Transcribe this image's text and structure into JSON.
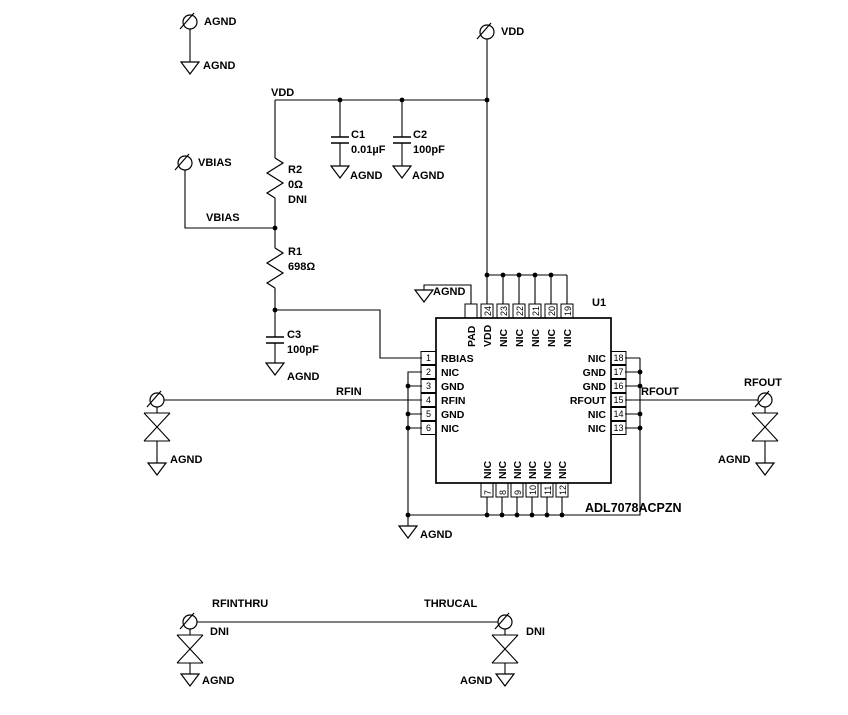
{
  "ports": {
    "agnd_top": {
      "label": "AGND",
      "ground_label": "AGND"
    },
    "vdd": {
      "label": "VDD"
    },
    "vbias": {
      "label": "VBIAS"
    },
    "rfin": {
      "ground_label": "AGND"
    },
    "rfout": {
      "label": "RFOUT",
      "ground_label": "AGND"
    },
    "rfinthru": {
      "label": "RFINTHRU",
      "dni": "DNI",
      "ground_label": "AGND"
    },
    "thrucal": {
      "label": "THRUCAL",
      "dni": "DNI",
      "ground_label": "AGND"
    }
  },
  "nets": {
    "vdd_rail": "VDD",
    "vbias": "VBIAS",
    "rfin": "RFIN",
    "rfout": "RFOUT"
  },
  "components": {
    "r2": {
      "ref": "R2",
      "value": "0Ω",
      "note": "DNI"
    },
    "r1": {
      "ref": "R1",
      "value": "698Ω"
    },
    "c1": {
      "ref": "C1",
      "value": "0.01µF",
      "ground_label": "AGND"
    },
    "c2": {
      "ref": "C2",
      "value": "100pF",
      "ground_label": "AGND"
    },
    "c3": {
      "ref": "C3",
      "value": "100pF",
      "ground_label": "AGND"
    }
  },
  "ic": {
    "ref": "U1",
    "part": "ADL7078ACPZN",
    "pad_ground_label": "AGND",
    "bottom_ground_label": "AGND",
    "left_pins": [
      {
        "num": "1",
        "name": "RBIAS"
      },
      {
        "num": "2",
        "name": "NIC"
      },
      {
        "num": "3",
        "name": "GND"
      },
      {
        "num": "4",
        "name": "RFIN"
      },
      {
        "num": "5",
        "name": "GND"
      },
      {
        "num": "6",
        "name": "NIC"
      }
    ],
    "right_pins": [
      {
        "num": "18",
        "name": "NIC"
      },
      {
        "num": "17",
        "name": "GND"
      },
      {
        "num": "16",
        "name": "GND"
      },
      {
        "num": "15",
        "name": "RFOUT"
      },
      {
        "num": "14",
        "name": "NIC"
      },
      {
        "num": "13",
        "name": "NIC"
      }
    ],
    "top_pins": [
      {
        "num": "",
        "name": "PAD"
      },
      {
        "num": "24",
        "name": "VDD"
      },
      {
        "num": "23",
        "name": "NIC"
      },
      {
        "num": "22",
        "name": "NIC"
      },
      {
        "num": "21",
        "name": "NIC"
      },
      {
        "num": "20",
        "name": "NIC"
      },
      {
        "num": "19",
        "name": "NIC"
      }
    ],
    "bottom_pins": [
      {
        "num": "7",
        "name": "NIC"
      },
      {
        "num": "8",
        "name": "NIC"
      },
      {
        "num": "9",
        "name": "NIC"
      },
      {
        "num": "10",
        "name": "NIC"
      },
      {
        "num": "11",
        "name": "NIC"
      },
      {
        "num": "12",
        "name": "NIC"
      }
    ]
  }
}
